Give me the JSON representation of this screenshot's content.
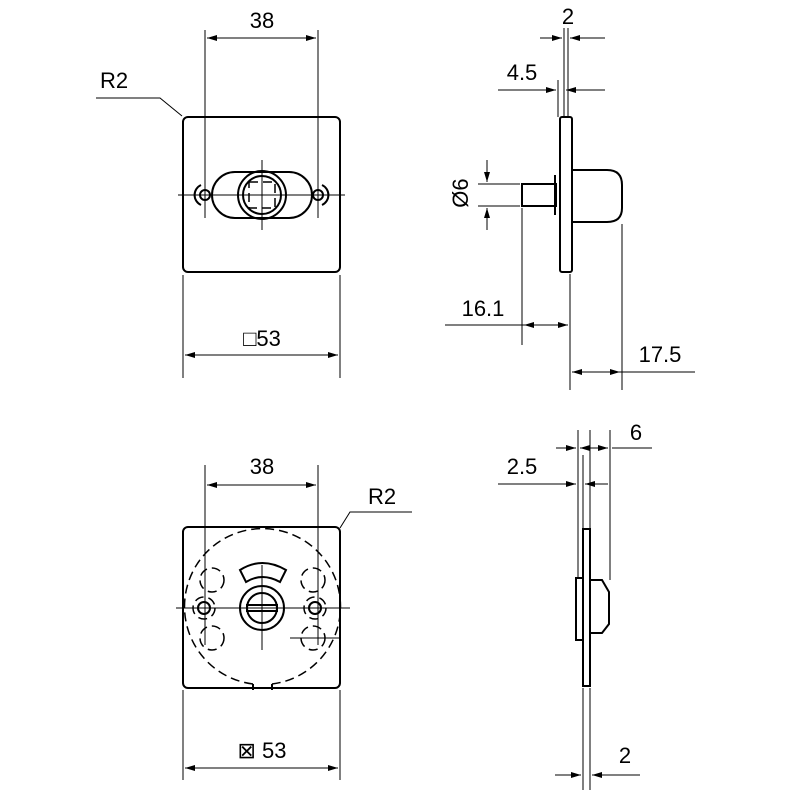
{
  "views": {
    "top_front": {
      "width_dim": "38",
      "radius": "R2",
      "size_dim": "□53"
    },
    "top_side": {
      "dim_plate": "2",
      "dim_offset": "4.5",
      "diameter": "Ø6",
      "dim_spindle": "16.1",
      "dim_knob": "17.5"
    },
    "bottom_front": {
      "width_dim": "38",
      "radius": "R2",
      "size_dim": "⊠ 53"
    },
    "bottom_side": {
      "dim_knob": "6",
      "dim_offset": "2.5",
      "dim_plate": "2"
    }
  }
}
